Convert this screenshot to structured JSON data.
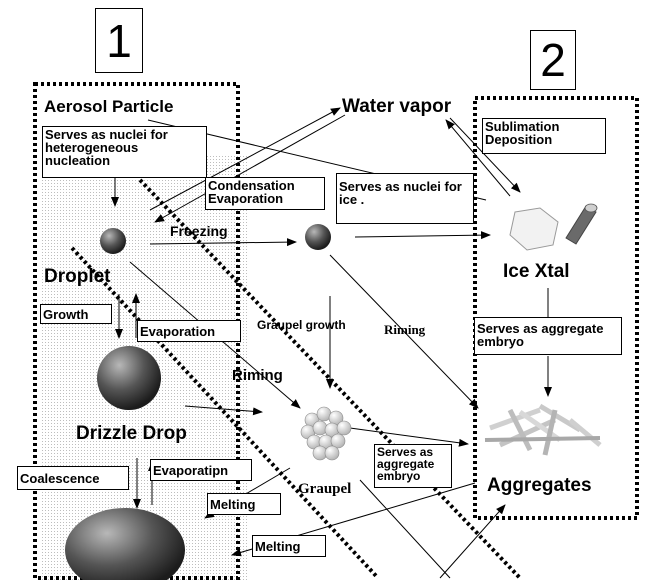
{
  "panel_numbers": {
    "left": "1",
    "right": "2"
  },
  "labels": {
    "aerosol_particle": "Aerosol Particle",
    "nuclei_heterogeneous": "Serves as nuclei for heterogeneous nucleation",
    "water_vapor": "Water vapor",
    "sublimation_deposition": "Sublimation Deposition",
    "condensation_evaporation": "Condensation Evaporation",
    "nuclei_ice": "Serves as nuclei for ice .",
    "freezing": "Freezing",
    "droplet": "Droplet",
    "ice_xtal": "Ice Xtal",
    "growth": "Growth",
    "evaporation_1": "Evaporation",
    "graupel_growth": "Graupel growth",
    "riming_1": "Riming",
    "riming_2": "Riming",
    "aggregate_embryo_1": "Serves as aggregate embryo",
    "drizzle_drop": "Drizzle Drop",
    "aggregate_embryo_2": "Serves as aggregate embryo",
    "coalescence": "Coalescence",
    "evaporation_2": "Evaporatipn",
    "graupel": "Graupel",
    "aggregates": "Aggregates",
    "melting_1": "Melting",
    "melting_2": "Melting"
  },
  "colors": {
    "background": "#ffffff",
    "stipple": "#c8c8c8",
    "particle_dark": "#3a3a3a",
    "particle_light": "#9a9a9a"
  }
}
